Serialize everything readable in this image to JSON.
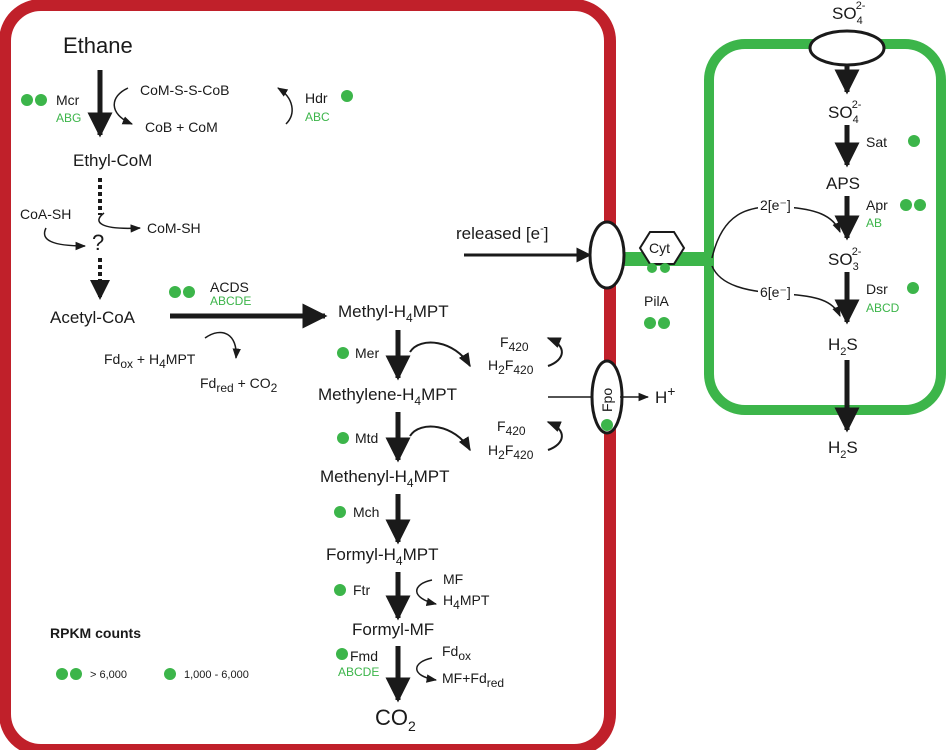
{
  "colors": {
    "cell_border": "#c0202a",
    "srb_border": "#3cb54a",
    "dot": "#3cb54a",
    "arrow": "#1a1a1a"
  },
  "labels": {
    "ethane": "Ethane",
    "so4_top": "SO",
    "so4_top_sub": "4",
    "so4_top_sup": "2-",
    "so4_in": "SO",
    "so4_in_sub": "4",
    "so4_in_sup": "2-",
    "sat": "Sat",
    "aps": "APS",
    "apr": "Apr",
    "apr_genes": "AB",
    "so3": "SO",
    "so3_sub": "3",
    "so3_sup": "2-",
    "dsr": "Dsr",
    "dsr_genes": "ABCD",
    "h2s_in_a": "H",
    "h2s_in_b": "2",
    "h2s_in_c": "S",
    "h2s_out_a": "H",
    "h2s_out_b": "2",
    "h2s_out_c": "S",
    "e2": "2[e⁻]",
    "e6": "6[e⁻]",
    "released_a": "released [e",
    "released_sup": "-",
    "released_b": "]",
    "cyt": "Cyt",
    "pila": "PilA",
    "fpo": "Fpo",
    "hplus_a": "H",
    "hplus_sup": "+",
    "mcr": "Mcr",
    "mcr_genes": "ABG",
    "coms_scob": "CoM-S-S-CoB",
    "cob_com": "CoB  +  CoM",
    "hdr": "Hdr",
    "hdr_genes": "ABC",
    "ethyl_com": "Ethyl-CoM",
    "coa_sh": "CoA-SH",
    "com_sh": "CoM-SH",
    "question": "?",
    "acetyl_coa": "Acetyl-CoA",
    "acds": "ACDS",
    "acds_genes": "ABCDE",
    "fd_h4mpt_a": "Fd",
    "fd_h4mpt_sub1": "ox",
    "fd_h4mpt_b": " + H",
    "fd_h4mpt_sub2": "4",
    "fd_h4mpt_c": "MPT",
    "fdred_co2_a": "Fd",
    "fdred_co2_sub1": "red",
    "fdred_co2_b": " + CO",
    "fdred_co2_sub2": "2",
    "methyl_a": "Methyl-H",
    "methyl_sub": "4",
    "methyl_b": "MPT",
    "mer": "Mer",
    "f420_1_a": "F",
    "f420_1_sub": "420",
    "h2f420_1_a": "H",
    "h2f420_1_sub1": "2",
    "h2f420_1_b": "F",
    "h2f420_1_sub2": "420",
    "methylene_a": "Methylene-H",
    "methylene_sub": "4",
    "methylene_b": "MPT",
    "mtd": "Mtd",
    "f420_2_a": "F",
    "f420_2_sub": "420",
    "h2f420_2_a": "H",
    "h2f420_2_sub1": "2",
    "h2f420_2_b": "F",
    "h2f420_2_sub2": "420",
    "methenyl_a": "Methenyl-H",
    "methenyl_sub": "4",
    "methenyl_b": "MPT",
    "mch": "Mch",
    "formyl_a": "Formyl-H",
    "formyl_sub": "4",
    "formyl_b": "MPT",
    "ftr": "Ftr",
    "mf": "MF",
    "h4mpt_a": "H",
    "h4mpt_sub": "4",
    "h4mpt_b": "MPT",
    "formyl_mf": "Formyl-MF",
    "fmd": "Fmd",
    "fmd_genes": "ABCDE",
    "fdox_a": "Fd",
    "fdox_sub": "ox",
    "mf_fdred_a": "MF+Fd",
    "mf_fdred_sub": "red",
    "co2_a": "CO",
    "co2_sub": "2"
  },
  "legend": {
    "title": "RPKM counts",
    "high": "> 6,000",
    "mid": "1,000 - 6,000"
  }
}
